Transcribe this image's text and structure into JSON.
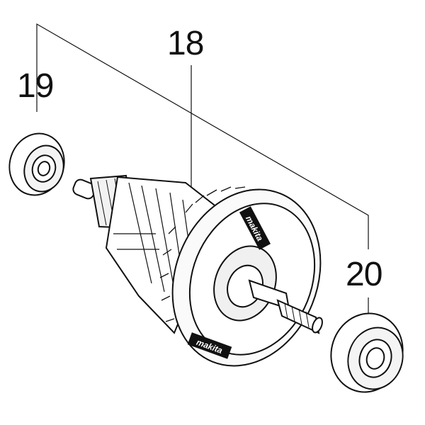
{
  "diagram": {
    "callouts": [
      {
        "id": "18",
        "label": "18"
      },
      {
        "id": "19",
        "label": "19"
      },
      {
        "id": "20",
        "label": "20"
      }
    ],
    "logo_text": "makita",
    "colors": {
      "line": "#111111",
      "background": "#ffffff",
      "shade": "#e8e8e8"
    }
  }
}
